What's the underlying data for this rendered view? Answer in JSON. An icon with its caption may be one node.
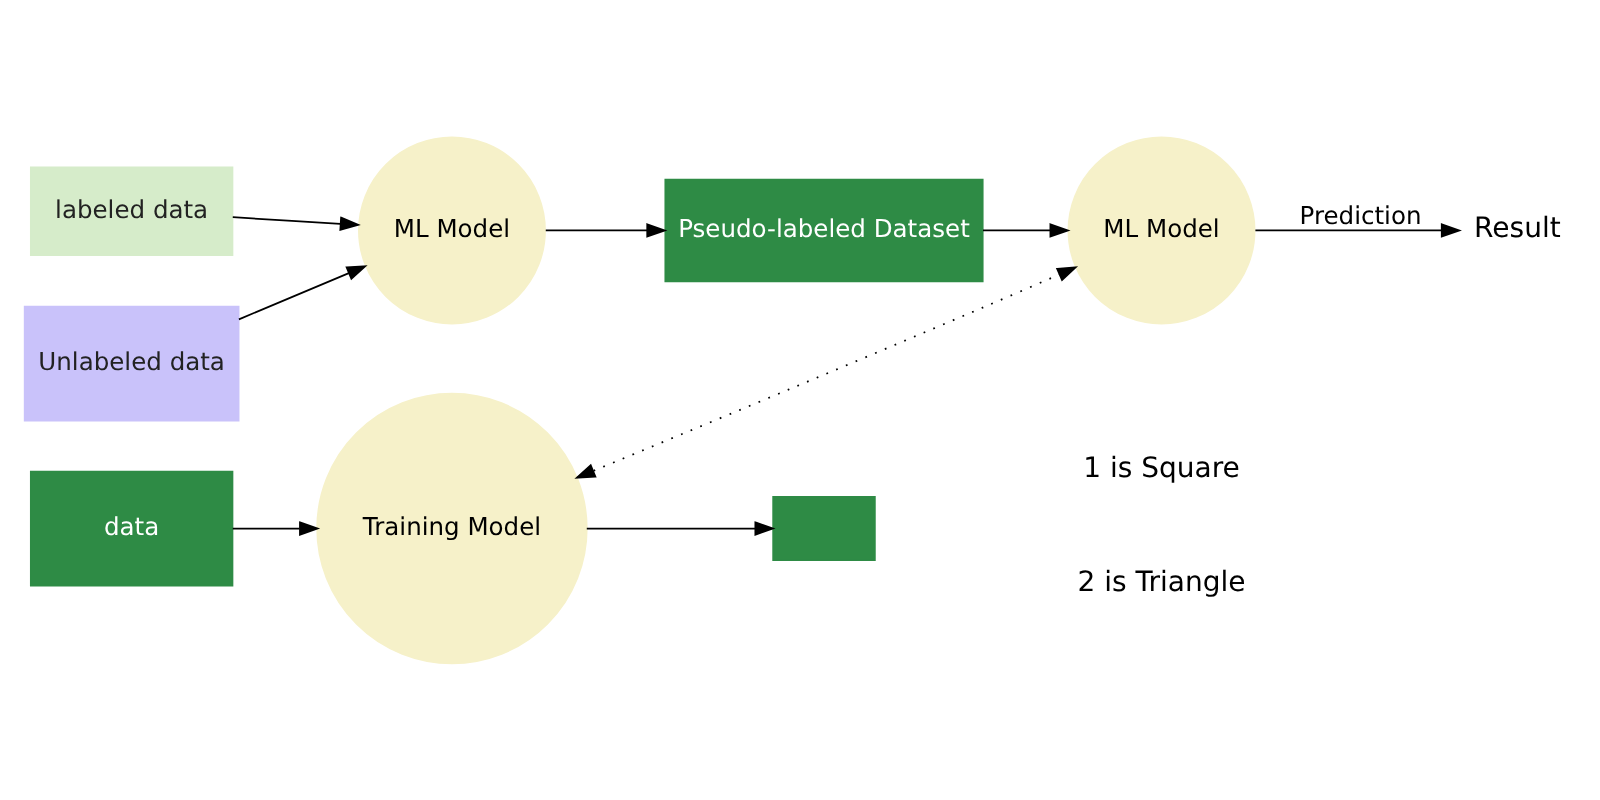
{
  "diagram": {
    "nodes": [
      {
        "text": [
          "Unlabeled data"
        ]
      },
      {
        "text": [
          "labeled data"
        ]
      },
      {
        "text": [
          "ML Model"
        ]
      },
      {
        "text": [
          "Pseudo-labeled Dataset"
        ]
      },
      {
        "text": [
          "ML Model"
        ]
      },
      {
        "text": [
          "Result"
        ]
      },
      {
        "text": [
          "data"
        ]
      },
      {
        "text": [
          "Training Model"
        ]
      },
      {
        "text": [],
        "shape": "box"
      }
    ],
    "edges": [
      {
        "from": 0,
        "to": 2,
        "arrow": "to"
      },
      {
        "from": 1,
        "to": 2,
        "arrow": "to"
      },
      {
        "from": 2,
        "to": 3,
        "arrow": "to"
      },
      {
        "from": 3,
        "to": 4,
        "arrow": "to"
      },
      {
        "from": 4,
        "to": 5,
        "arrow": "to",
        "label": "Prediction"
      },
      {
        "from": 7,
        "to": 4,
        "arrow": "both",
        "style": "dashed"
      },
      {
        "from": 6,
        "to": 7,
        "arrow": "to"
      },
      {
        "from": 7,
        "to": 8,
        "arrow": "to"
      }
    ],
    "legend": [
      {
        "text": "1 is Square"
      },
      {
        "text": "2 is Triangle"
      }
    ]
  }
}
